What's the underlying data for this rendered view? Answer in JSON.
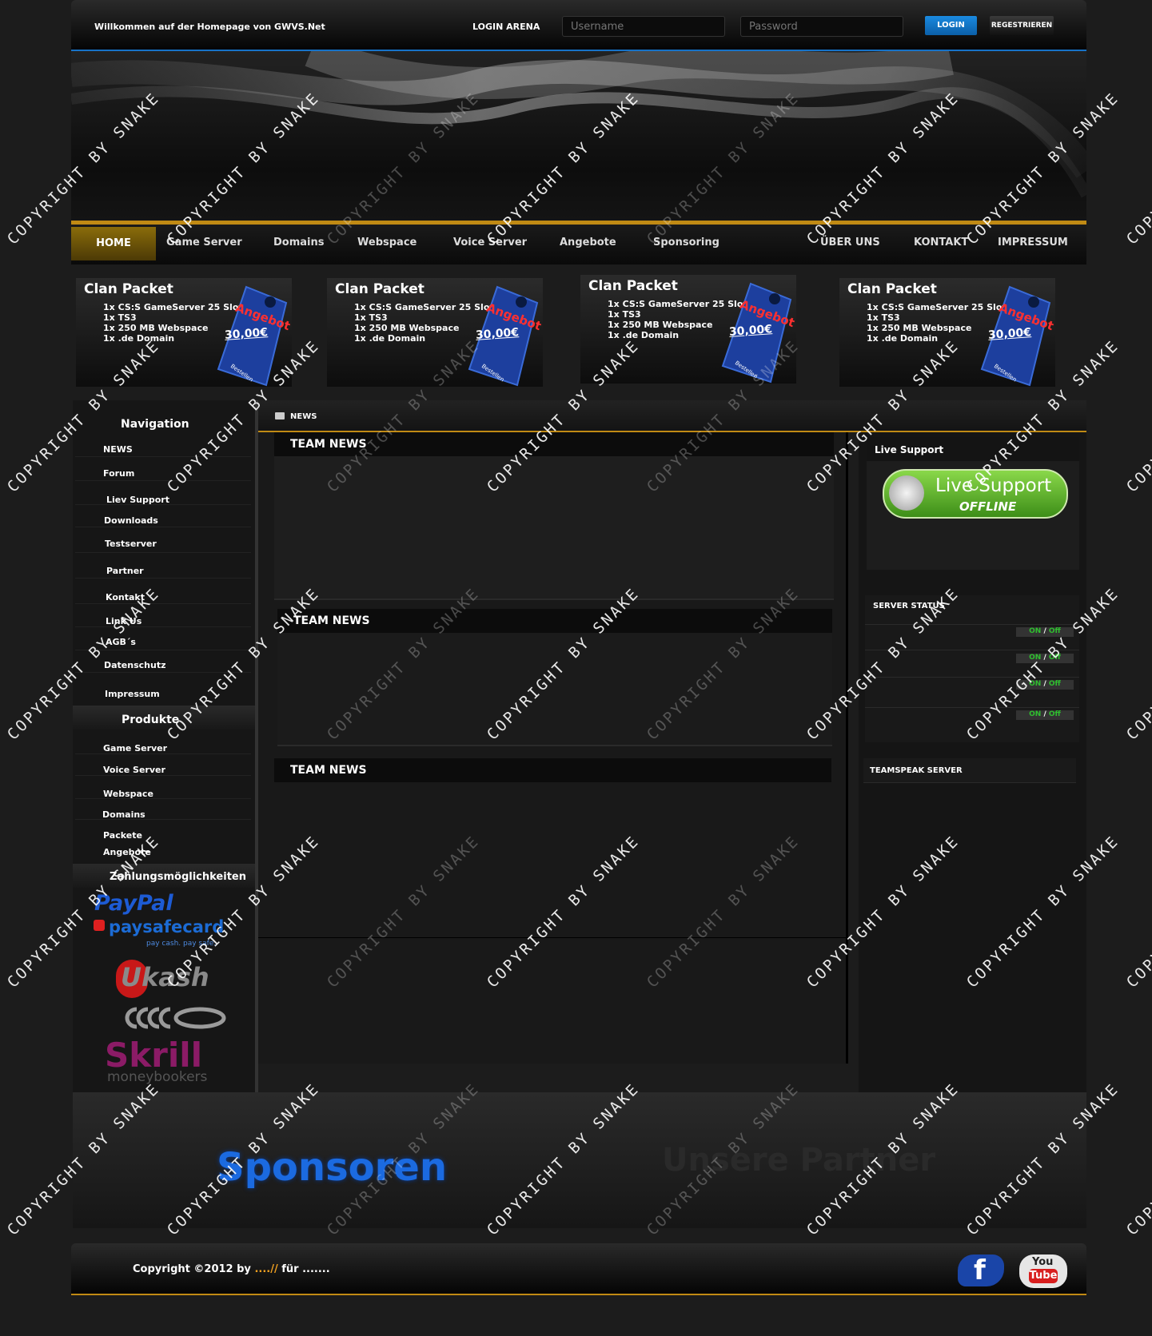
{
  "topbar": {
    "welcome": "Willkommen auf der Homepage von GWVS.Net",
    "arena_label": "LOGIN ARENA",
    "username_placeholder": "Username",
    "password_placeholder": "Password",
    "login_label": "LOGIN",
    "register_label": "REGESTRIEREN"
  },
  "nav": {
    "left": [
      "HOME",
      "Game Server",
      "Domains",
      "Webspace",
      "Voice Server",
      "Angebote",
      "Sponsoring"
    ],
    "right": [
      "ÜBER UNS",
      "KONTAKT",
      "IMPRESSUM"
    ]
  },
  "offers": [
    {
      "title": "Clan Packet",
      "lines": [
        "1x CS:S GameServer 25 Slot",
        "1x TS3",
        "1x 250 MB Webspace",
        "1x .de Domain"
      ],
      "tag": "Angebot",
      "price": "30,00€",
      "order": "Bestellen"
    },
    {
      "title": "Clan Packet",
      "lines": [
        "1x CS:S GameServer 25 Slot",
        "1x TS3",
        "1x 250 MB Webspace",
        "1x .de Domain"
      ],
      "tag": "Angebot",
      "price": "30,00€",
      "order": "Bestellen"
    },
    {
      "title": "Clan Packet",
      "lines": [
        "1x CS:S GameServer 25 Slot",
        "1x TS3",
        "1x 250 MB Webspace",
        "1x .de Domain"
      ],
      "tag": "Angebot",
      "price": "30,00€",
      "order": "Bestellen"
    },
    {
      "title": "Clan Packet",
      "lines": [
        "1x CS:S GameServer 25 Slot",
        "1x TS3",
        "1x 250 MB Webspace",
        "1x .de Domain"
      ],
      "tag": "Angebot",
      "price": "30,00€",
      "order": "Bestellen"
    }
  ],
  "sidebar": {
    "nav_title": "Navigation",
    "nav_items": [
      "NEWS",
      "Forum",
      "Liev Support",
      "Downloads",
      "Testserver",
      "Partner",
      "Kontakt",
      "Link Us",
      "AGB´s",
      "Datenschutz",
      "Impressum"
    ],
    "products_title": "Produkte",
    "product_items": [
      "Game Server",
      "Voice Server",
      "Webspace",
      "Domains",
      "Packete",
      "Angebote"
    ],
    "payment_title": "Zahlungsmöglichkeiten",
    "payments": [
      "PayPal",
      "paysafecard",
      "pay cash. pay safe.",
      "Ukash",
      "Skrill",
      "moneybookers"
    ]
  },
  "content": {
    "breadcrumb": "NEWS",
    "news_titles": [
      "TEAM NEWS",
      "TEAM NEWS",
      "TEAM NEWS"
    ]
  },
  "right": {
    "live_support_title": "Live Support",
    "live_support_badge": "Live Support",
    "live_support_status": "OFFLINE",
    "server_status_title": "SERVER STATUS",
    "status_toggle": [
      "ON",
      "/",
      "Off"
    ],
    "teamspeak_title": "TEAMSPEAK SERVER"
  },
  "sponsor": {
    "sponsors_label": "Sponsoren",
    "partners_label": "Unsere Partner"
  },
  "footer": {
    "copyright": "Copyright ©2012 by",
    "by_link": "....//",
    "suffix": "für .......",
    "social": [
      "facebook-icon",
      "youtube-icon"
    ],
    "youtube_text": [
      "You",
      "Tube"
    ]
  },
  "watermark": "COPYRIGHT BY SNAKE",
  "colors": {
    "accent": "#c08a14",
    "login": "#1a8ae0",
    "on": "#2fbf2f",
    "off": "#2fbf2f"
  }
}
